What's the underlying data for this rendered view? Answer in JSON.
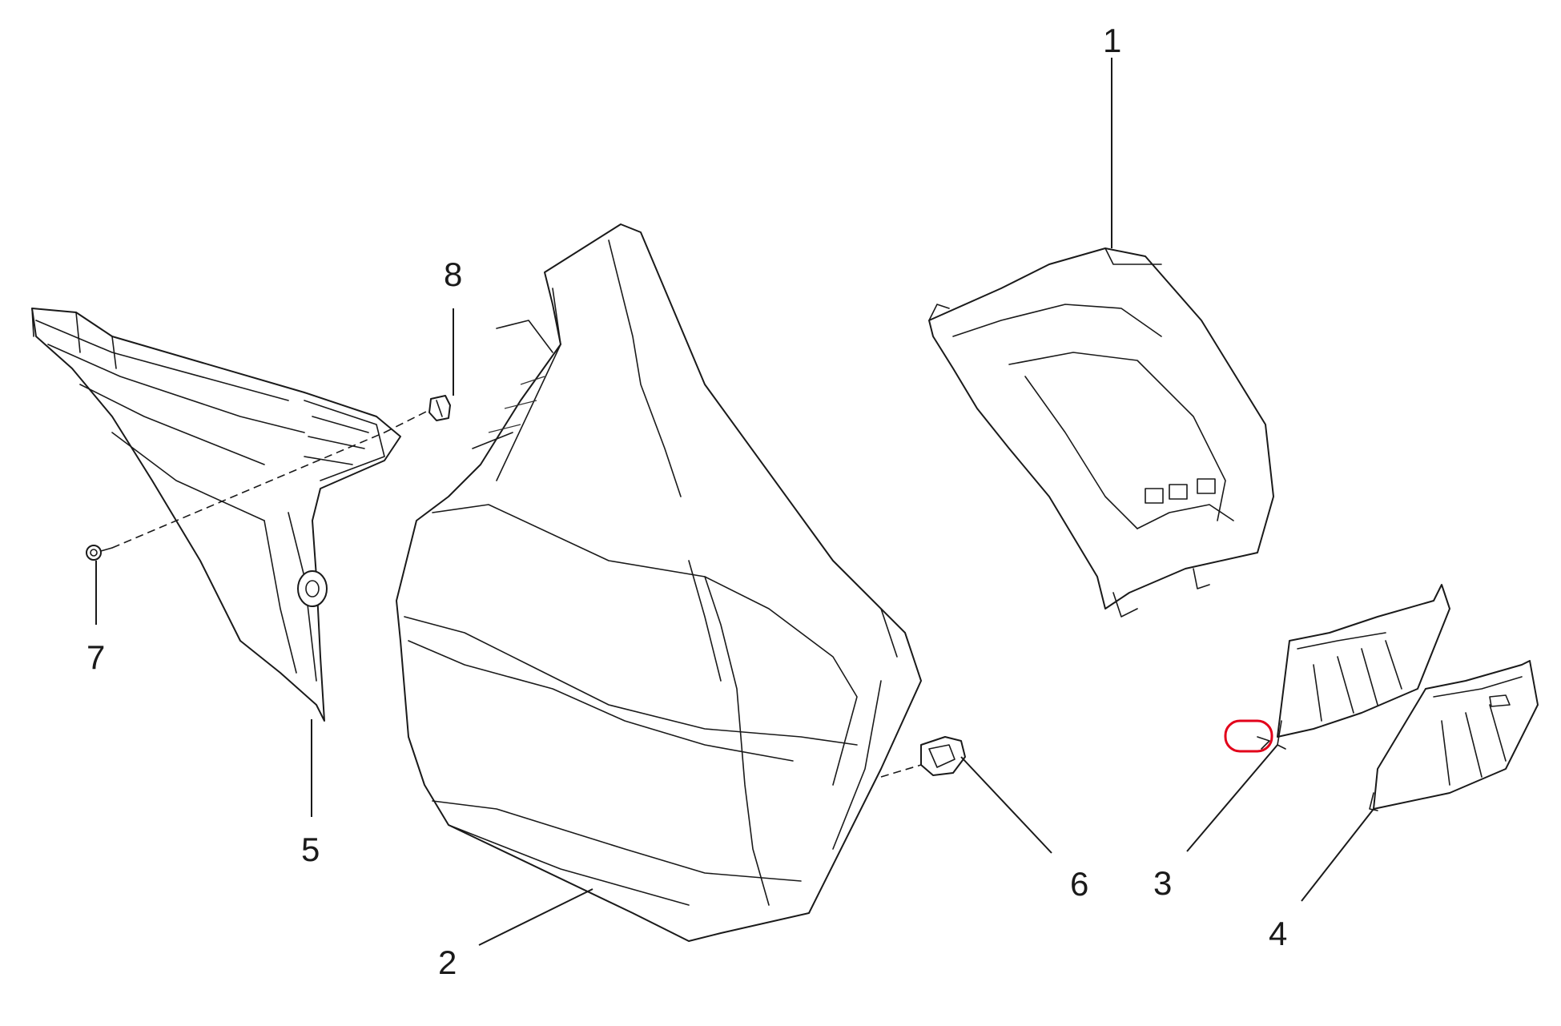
{
  "diagram": {
    "callouts": [
      {
        "id": "1",
        "label": "1"
      },
      {
        "id": "2",
        "label": "2"
      },
      {
        "id": "3",
        "label": "3"
      },
      {
        "id": "4",
        "label": "4"
      },
      {
        "id": "5",
        "label": "5"
      },
      {
        "id": "6",
        "label": "6"
      },
      {
        "id": "7",
        "label": "7"
      },
      {
        "id": "8",
        "label": "8"
      }
    ],
    "highlight_color": "#e2001a",
    "line_color": "#1a1a1a"
  }
}
